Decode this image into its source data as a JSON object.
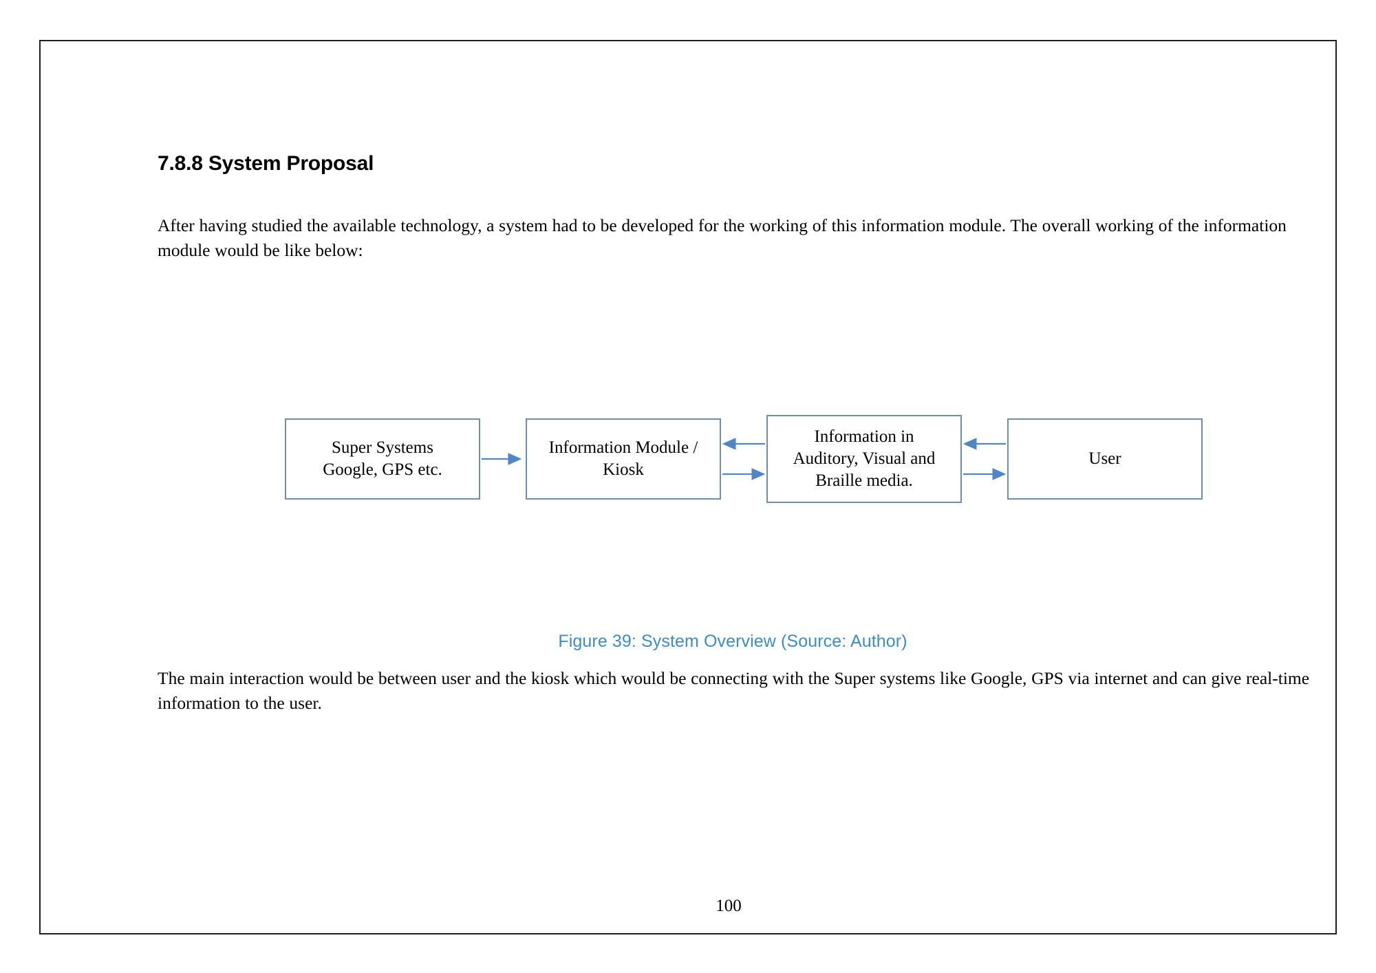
{
  "document": {
    "page_number": "100",
    "section": {
      "heading": "7.8.8 System Proposal",
      "intro_paragraph": "After having studied the available technology, a system had to be developed for the working of this information module. The overall working of the information module would be like below:",
      "outro_paragraph": "The main interaction would be between user and the kiosk which would be connecting with the Super systems like Google, GPS via internet and can give real-time information to the user."
    },
    "figure": {
      "caption": "Figure 39: System Overview (Source: Author)",
      "caption_color": "#3c8dc5",
      "box_border_color": "#6f8fa8",
      "arrow_color": "#4f86c6",
      "boxes": [
        {
          "id": "super-systems",
          "lines": [
            "Super Systems",
            "Google, GPS etc."
          ]
        },
        {
          "id": "information-module",
          "lines": [
            "Information Module /",
            "Kiosk"
          ]
        },
        {
          "id": "information-media",
          "lines": [
            "Information in",
            "Auditory, Visual and",
            "Braille media."
          ]
        },
        {
          "id": "user",
          "lines": [
            "User"
          ]
        }
      ],
      "connectors": [
        {
          "from": "super-systems",
          "to": "information-module",
          "direction": "right"
        },
        {
          "from": "information-media",
          "to": "information-module",
          "direction": "left"
        },
        {
          "from": "information-module",
          "to": "information-media",
          "direction": "right"
        },
        {
          "from": "user",
          "to": "information-media",
          "direction": "left"
        },
        {
          "from": "information-media",
          "to": "user",
          "direction": "right"
        }
      ]
    }
  }
}
